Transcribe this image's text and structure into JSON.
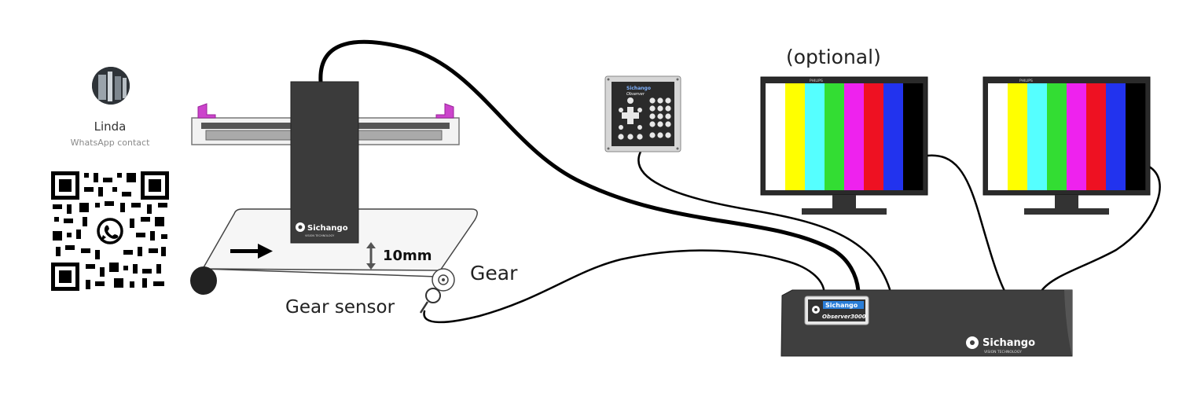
{
  "contact": {
    "name": "Linda",
    "subtitle": "WhatsApp contact"
  },
  "diagram": {
    "optional_label": "(optional)",
    "gap_label": "10mm",
    "gear_label": "Gear",
    "gear_sensor_label": "Gear sensor",
    "camera_brand": "Sichango",
    "camera_brand_sub": "VISION TECHNOLOGY",
    "keypad_brand": "Sichango",
    "keypad_model": "Observer",
    "controller_badge_brand": "Sichango",
    "controller_badge_model": "Observer3000",
    "controller_brand": "Sichango",
    "controller_brand_sub": "VISION TECHNOLOGY",
    "monitor_brand": "PHILIPS",
    "test_bar_colors": [
      "#ffffff",
      "#ffff00",
      "#55ffff",
      "#33dd33",
      "#ee22ee",
      "#ee1122",
      "#2233ee",
      "#000000"
    ]
  }
}
